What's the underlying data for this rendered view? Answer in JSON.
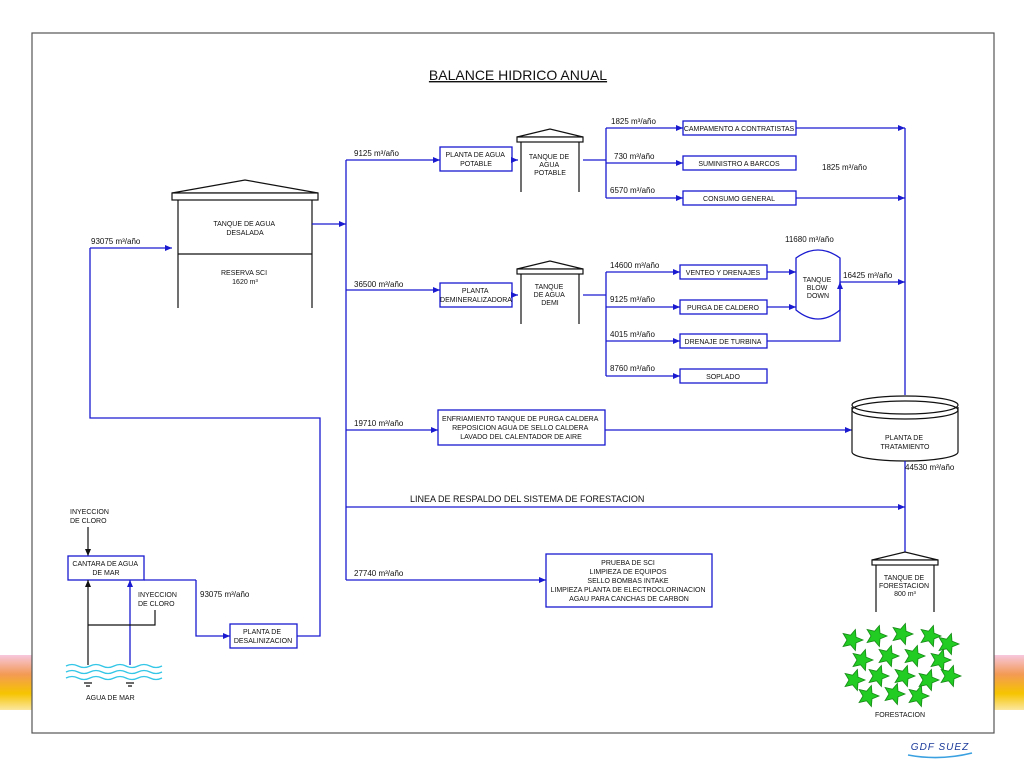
{
  "title": "BALANCE HIDRICO ANUAL",
  "colors": {
    "flow": "#1a1ad0",
    "outline": "#111111",
    "tree": "#22cc22"
  },
  "flows": {
    "desalada_in": "93075 m³/año",
    "potable_in": "9125 m³/año",
    "demi_in": "36500 m³/año",
    "enfriamiento_in": "19710 m³/año",
    "pruebas_in": "27740 m³/año",
    "desal_in": "93075 m³/año",
    "campamento": "1825 m³/año",
    "barcos": "730 m³/año",
    "consumo": "6570 m³/año",
    "potable_out": "1825 m³/año",
    "venteo": "14600 m³/año",
    "purga": "9125 m³/año",
    "turbina": "4015 m³/año",
    "soplado": "8760 m³/año",
    "blowdown_in": "11680 m³/año",
    "blowdown_out": "16425 m³/año",
    "tratamiento_out": "44530 m³/año"
  },
  "boxes": {
    "tanque_desalada": [
      "TANQUE DE AGUA",
      "DESALADA"
    ],
    "reserva_sci": [
      "RESERVA SCI",
      "1620 m³"
    ],
    "planta_potable": [
      "PLANTA DE AGUA",
      "POTABLE"
    ],
    "tanque_potable": [
      "TANQUE DE",
      "AGUA",
      "POTABLE"
    ],
    "planta_demi": [
      "PLANTA",
      "DEMINERALIZADORA"
    ],
    "tanque_demi": [
      "TANQUE",
      "DE AGUA",
      "DEMI"
    ],
    "campamento": "CAMPAMENTO A CONTRATISTAS",
    "barcos": "SUMINISTRO A BARCOS",
    "consumo": "CONSUMO GENERAL",
    "venteo": "VENTEO Y DRENAJES",
    "purga": "PURGA DE CALDERO",
    "turbina": "DRENAJE DE TURBINA",
    "soplado": "SOPLADO",
    "blowdown": [
      "TANQUE",
      "BLOW",
      "DOWN"
    ],
    "enfriamiento": [
      "ENFRIAMIENTO TANQUE DE PURGA CALDERA",
      "REPOSICION AGUA DE SELLO CALDERA",
      "LAVADO DEL CALENTADOR DE AIRE"
    ],
    "tratamiento": [
      "PLANTA DE",
      "TRATAMIENTO"
    ],
    "respaldo": "LINEA DE RESPALDO DEL SISTEMA DE FORESTACION",
    "pruebas": [
      "PRUEBA DE SCI",
      "LIMPIEZA DE EQUIPOS",
      "SELLO BOMBAS INTAKE",
      "LIMPIEZA PLANTA DE ELECTROCLORINACION",
      "AGAU PARA CANCHAS DE CARBON"
    ],
    "tanque_forestacion": [
      "TANQUE DE",
      "FORESTACION",
      "800 m³"
    ],
    "forestacion": "FORESTACION",
    "cantara": [
      "CANTARA DE AGUA",
      "DE MAR"
    ],
    "inyeccion1": [
      "INYECCION",
      "DE CLORO"
    ],
    "inyeccion2": [
      "INYECCION",
      "DE CLORO"
    ],
    "agua_mar": "AGUA DE MAR",
    "desalinizacion": [
      "PLANTA DE",
      "DESALINIZACION"
    ]
  },
  "logo": "GDF SUEZ"
}
